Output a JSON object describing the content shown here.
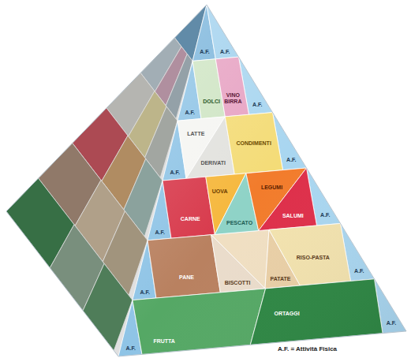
{
  "diagram": {
    "nodes": [
      {
        "text": [
          "DOLCI"
        ]
      },
      {
        "text": [
          "VINO BIRRA"
        ]
      },
      {
        "text": [
          "LATTE"
        ]
      },
      {
        "text": [
          "DERIVATI"
        ]
      },
      {
        "text": [
          "CONDIMENTI"
        ]
      },
      {
        "text": [
          "CARNE"
        ]
      },
      {
        "text": [
          "UOVA"
        ]
      },
      {
        "text": [
          "PESCATO"
        ]
      },
      {
        "text": [
          "LEGUMI"
        ]
      },
      {
        "text": [
          "SALUMI"
        ]
      },
      {
        "text": [
          "PANE"
        ]
      },
      {
        "text": [
          "BISCOTTI"
        ]
      },
      {
        "text": [
          "PATATE"
        ]
      },
      {
        "text": [
          "RISO-PASTA"
        ]
      },
      {
        "text": [
          "FRUTTA"
        ]
      },
      {
        "text": [
          "ORTAGGI"
        ]
      }
    ],
    "labels": [
      "A.F.",
      "A.F.",
      "A.F.",
      "A.F.",
      "A.F.",
      "A.F.",
      "A.F.",
      "A.F.",
      "A.F.",
      "A.F.",
      "A.F.",
      "A.F.",
      "A.F. = Attività Fisica"
    ]
  }
}
